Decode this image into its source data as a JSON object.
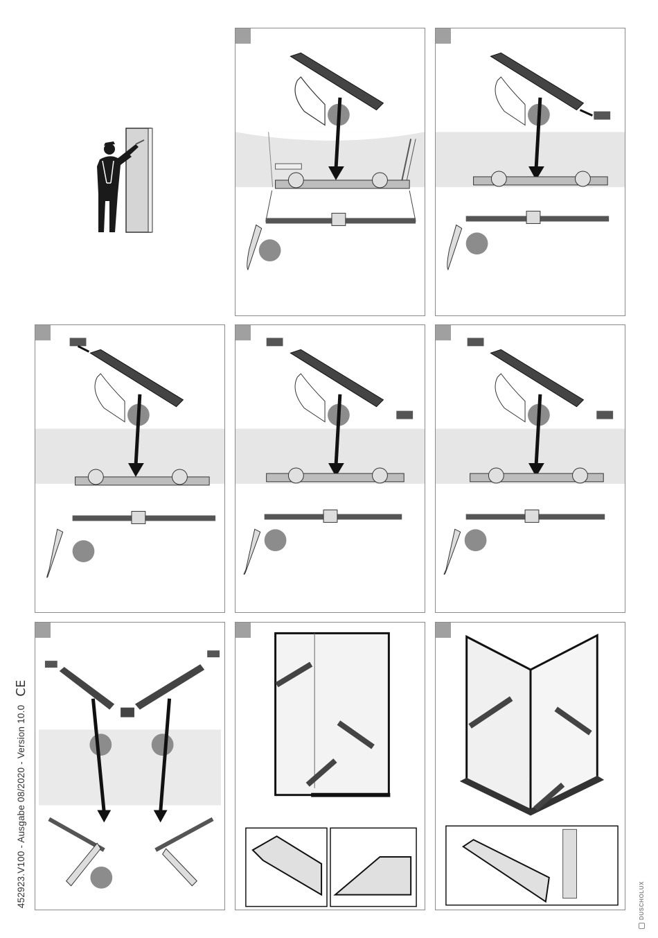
{
  "document": {
    "footer_text": "452923.V100 - Ausgabe 08/2020 - Version 10.0",
    "ce_mark": "CE",
    "brand": "DUSCHOLUX",
    "brand_icon": "duscholux-logo-icon"
  },
  "panels": [
    {
      "id": "step-a",
      "icons": [
        "profile-bar",
        "hand-push-icon",
        "arrow-down-icon",
        "clamp-icon",
        "rubber-bumper-icon",
        "gasket-icon"
      ]
    },
    {
      "id": "step-b",
      "icons": [
        "profile-bar",
        "end-cap-icon",
        "hand-push-icon",
        "arrow-down-icon",
        "clamp-icon",
        "gasket-icon"
      ]
    },
    {
      "id": "step-c",
      "icons": [
        "end-cap-icon",
        "profile-bar",
        "hand-push-icon",
        "arrow-down-icon",
        "clamp-icon",
        "gasket-icon"
      ]
    },
    {
      "id": "step-d",
      "icons": [
        "end-cap-icon",
        "profile-bar",
        "end-cap-icon",
        "arrow-down-icon",
        "clamp-icon",
        "gasket-icon"
      ]
    },
    {
      "id": "step-e",
      "icons": [
        "end-cap-icon",
        "profile-bar",
        "end-cap-icon",
        "arrow-down-icon",
        "clamp-icon",
        "gasket-icon"
      ]
    },
    {
      "id": "step-f",
      "icons": [
        "corner-profile-bars",
        "corner-connector-icon",
        "arrow-down-icon",
        "gasket-icon"
      ]
    },
    {
      "id": "step-g",
      "icons": [
        "silicone-gun-icon",
        "enclosure-front-view",
        "detail-zoom-left",
        "detail-zoom-right"
      ]
    },
    {
      "id": "step-h",
      "icons": [
        "silicone-gun-icon",
        "enclosure-corner-view",
        "detail-zoom"
      ]
    }
  ]
}
